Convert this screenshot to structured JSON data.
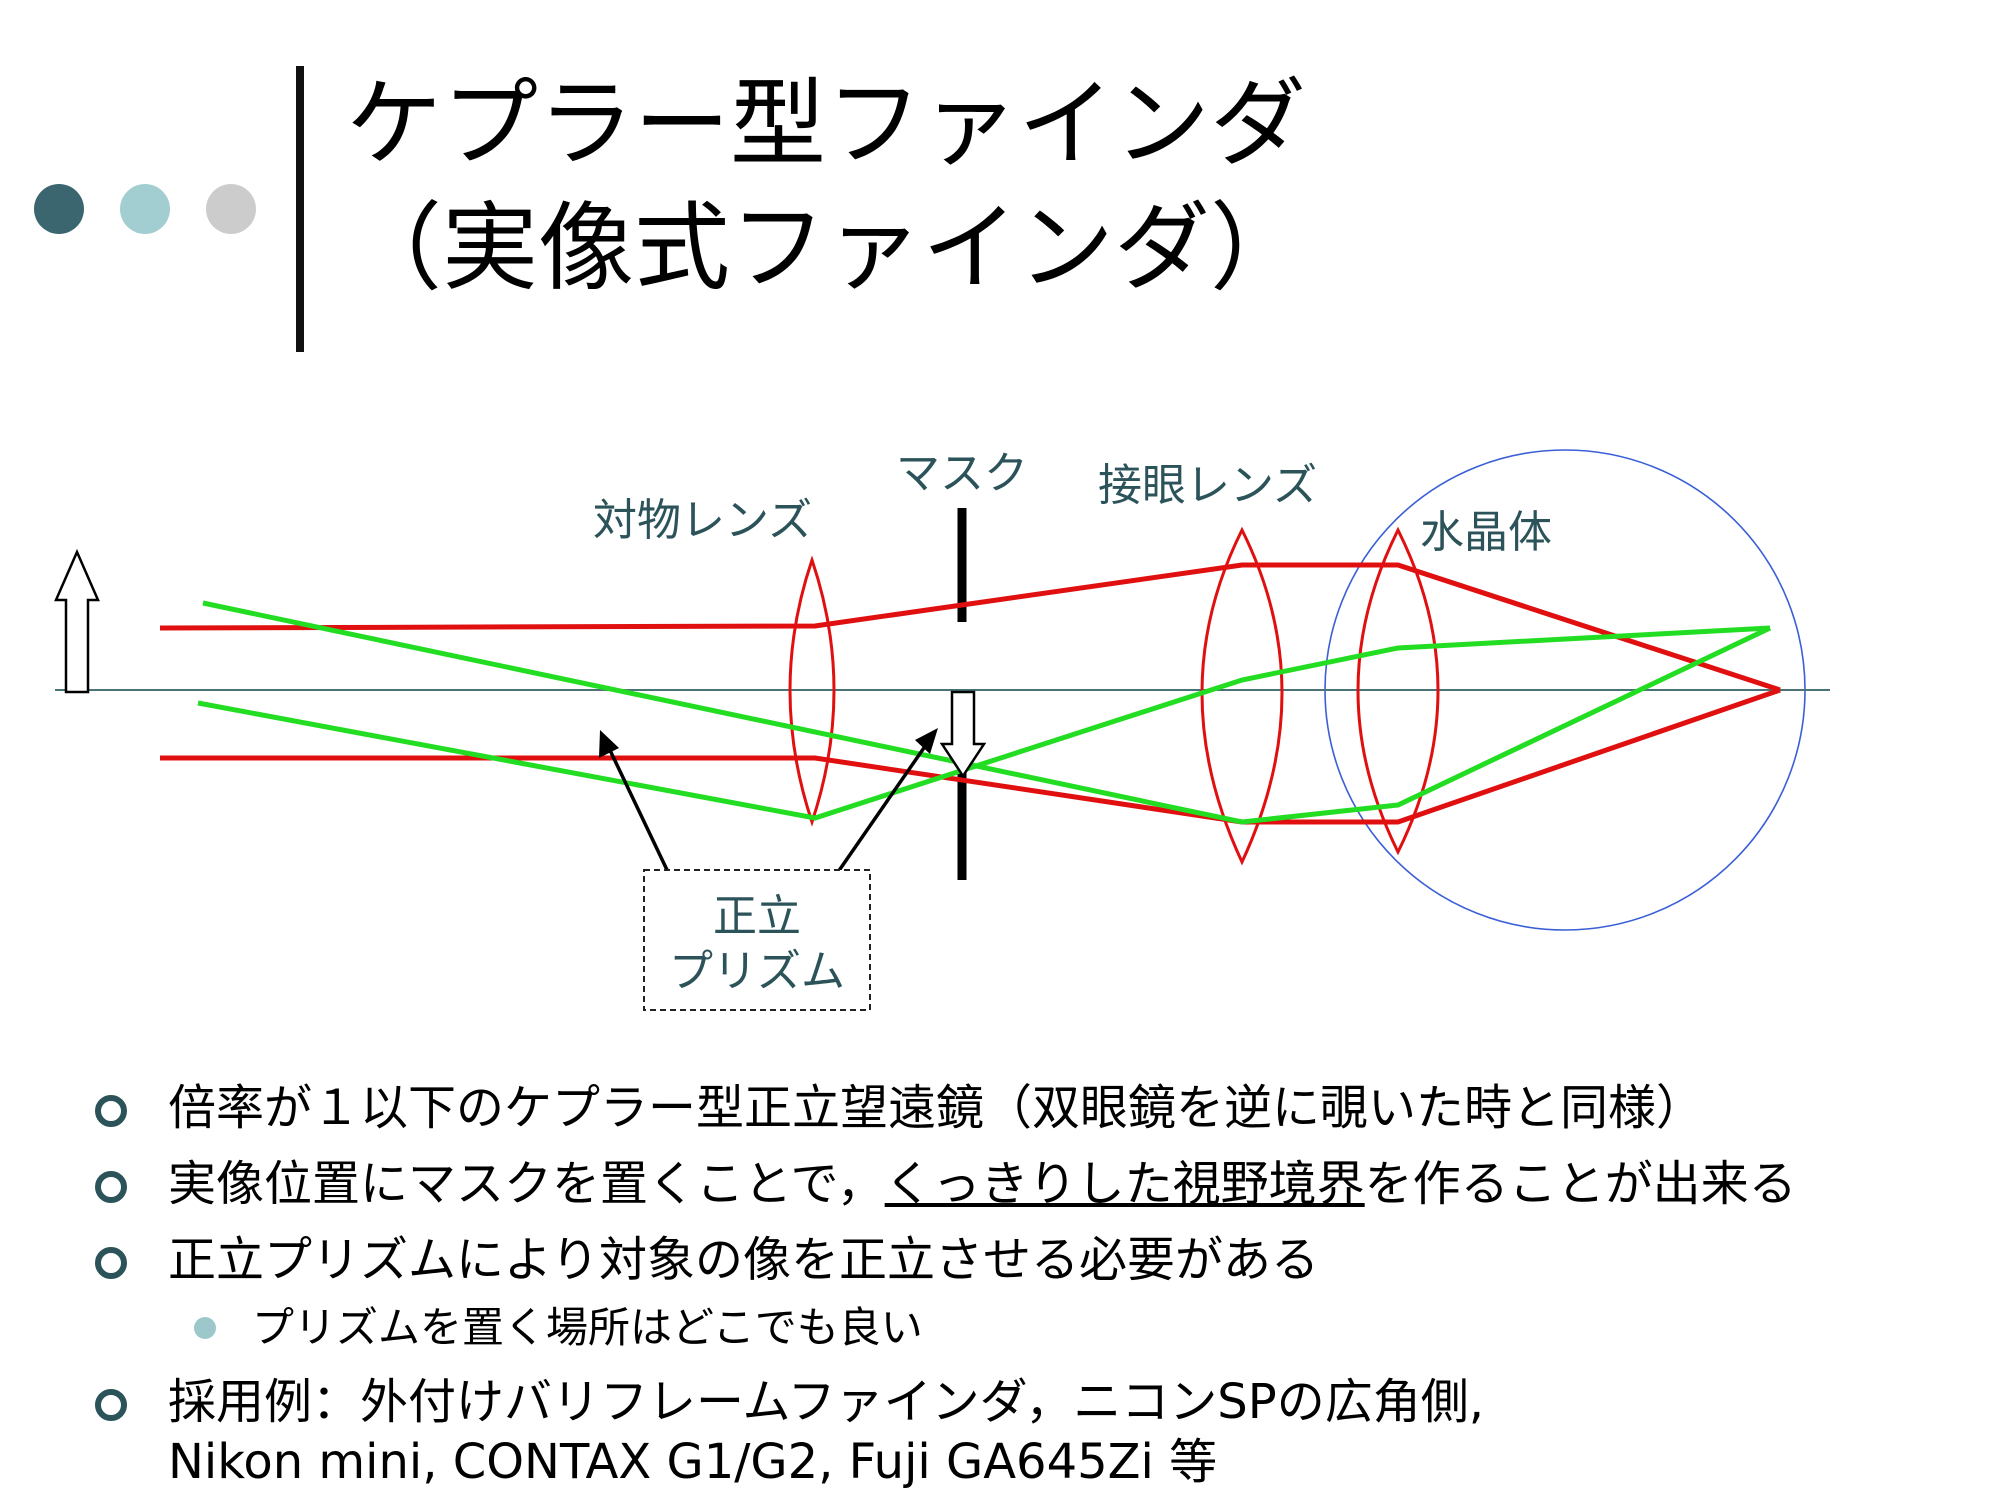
{
  "colors": {
    "dot1": "#3b6670",
    "dot2": "#a2ced1",
    "dot3": "#cccccc",
    "label_text": "#2b5359",
    "ray_red": "#e01010",
    "ray_green": "#22dd22",
    "lens_red": "#e01010",
    "eye_circle": "#3a5fd6",
    "axis": "#4a7378",
    "mask": "#000000"
  },
  "title": {
    "line1": "ケプラー型ファインダ",
    "line2": "（実像式ファインダ）"
  },
  "diagram": {
    "labels": {
      "objective_lens": "対物レンズ",
      "mask": "マスク",
      "eyepiece_lens": "接眼レンズ",
      "crystalline_lens": "水晶体",
      "prism_line1": "正立",
      "prism_line2": "プリズム"
    },
    "icons": {
      "object_arrow": "up-arrow-icon",
      "image_arrow": "down-arrow-icon"
    }
  },
  "bullets": [
    {
      "text": "倍率が１以下のケプラー型正立望遠鏡（双眼鏡を逆に覗いた時と同様）",
      "level": 1
    },
    {
      "text_before": "実像位置にマスクを置くことで，",
      "text_underlined": "くっきりした視野境界",
      "text_after": "を作ることが出来る",
      "level": 1
    },
    {
      "text": "正立プリズムにより対象の像を正立させる必要がある",
      "level": 1
    },
    {
      "text": "プリズムを置く場所はどこでも良い",
      "level": 2
    },
    {
      "text_line1": "採用例：外付けバリフレームファインダ，ニコンSPの広角側,",
      "text_line2": "Nikon mini, CONTAX G1/G2, Fuji GA645Zi 等",
      "level": 1
    }
  ]
}
